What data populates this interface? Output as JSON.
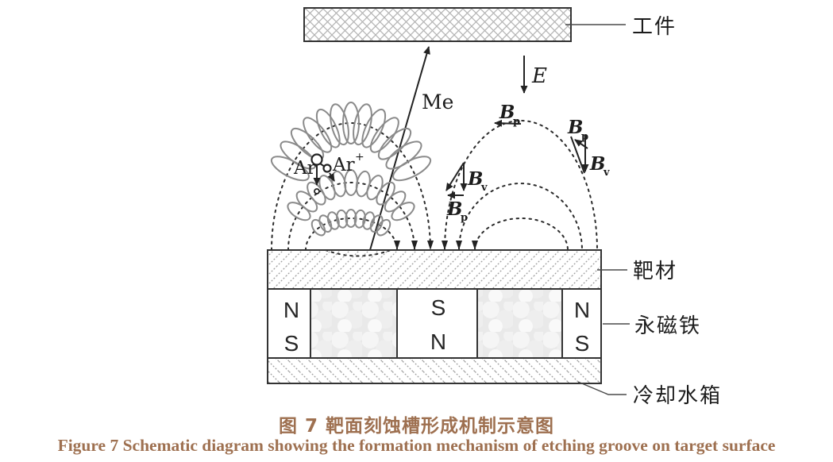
{
  "figure": {
    "caption_zh": "图 7  靶面刻蚀槽形成机制示意图",
    "caption_en": "Figure 7  Schematic diagram showing the formation mechanism of etching groove on target surface",
    "caption_color": "#9e7050"
  },
  "diagram": {
    "labels": {
      "workpiece": "工件",
      "target": "靶材",
      "magnet": "永磁铁",
      "cooling_tank": "冷却水箱",
      "metal_atom": "Me",
      "electric_field": "E",
      "argon": "Ar",
      "argon_ion_base": "Ar",
      "argon_ion_sup": "+",
      "b_symbol": "B",
      "b_sub_parallel": "p",
      "b_sub_vertical": "v"
    },
    "magnet_poles": {
      "left_top": "N",
      "left_bottom": "S",
      "middle_top": "S",
      "middle_bottom": "N",
      "right_top": "N",
      "right_bottom": "S"
    },
    "colors": {
      "line": "#222222",
      "coil": "#8a8a8a",
      "caption": "#9e7050"
    }
  }
}
